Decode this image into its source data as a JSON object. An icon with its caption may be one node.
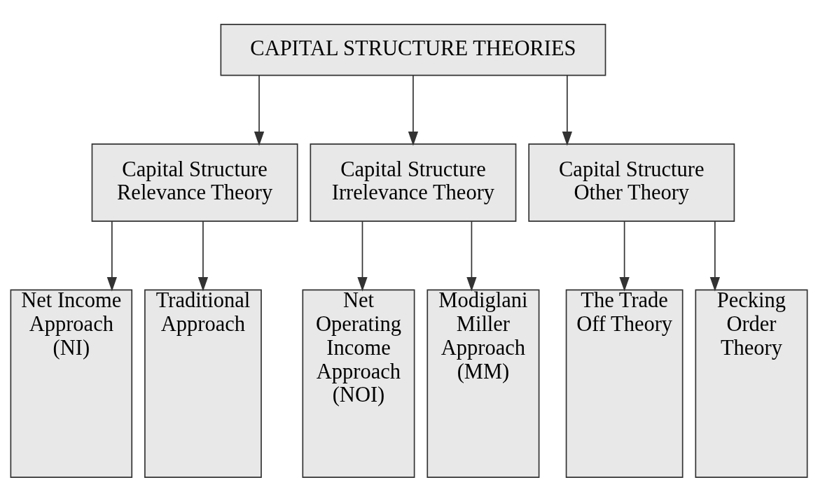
{
  "diagram": {
    "nodes": [
      {
        "text": [
          "CAPITAL STRUCTURE THEORIES"
        ]
      },
      {
        "text": [
          "Capital Structure Relevance Theory"
        ]
      },
      {
        "text": [
          "Capital Structure Irrelevance Theory"
        ]
      },
      {
        "text": [
          "Capital Structure Other Theory"
        ]
      },
      {
        "text": [
          "Net Income Approach (NI)"
        ]
      },
      {
        "text": [
          "Traditional Approach"
        ]
      },
      {
        "text": [
          "Net Operating Income Approach (NOI)"
        ]
      },
      {
        "text": [
          "Modiglani Miller Approach (MM)"
        ]
      },
      {
        "text": [
          "The Trade Off Theory"
        ]
      },
      {
        "text": [
          "Pecking Order Theory"
        ]
      }
    ],
    "edges": [
      {
        "from": 0,
        "to": 1,
        "arrow": "to"
      },
      {
        "from": 0,
        "to": 2,
        "arrow": "to"
      },
      {
        "from": 0,
        "to": 3,
        "arrow": "to"
      },
      {
        "from": 1,
        "to": 4,
        "arrow": "to"
      },
      {
        "from": 1,
        "to": 5,
        "arrow": "to"
      },
      {
        "from": 2,
        "to": 6,
        "arrow": "to"
      },
      {
        "from": 2,
        "to": 7,
        "arrow": "to"
      },
      {
        "from": 3,
        "to": 8,
        "arrow": "to"
      },
      {
        "from": 3,
        "to": 9,
        "arrow": "to"
      }
    ]
  }
}
